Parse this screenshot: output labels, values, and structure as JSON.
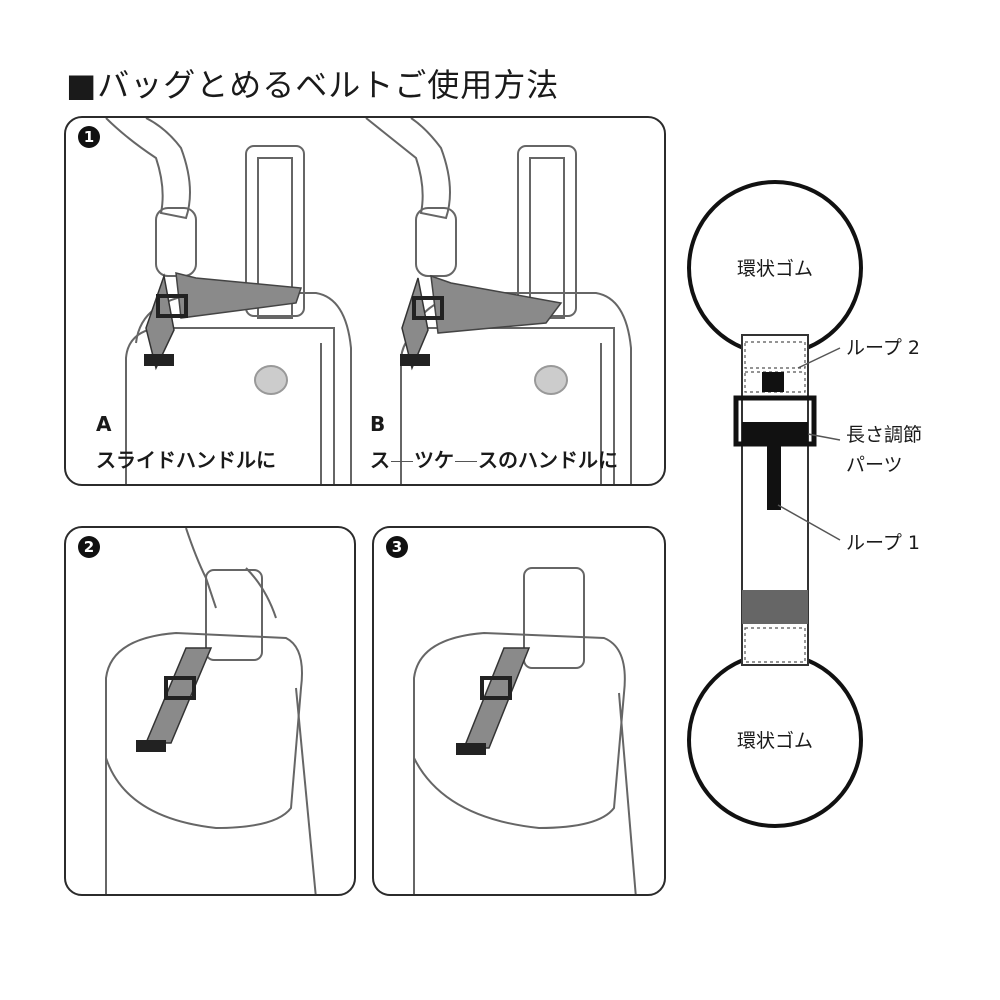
{
  "title": "■バッグとめるベルトご使用方法",
  "steps": [
    {
      "number": "1",
      "options": [
        {
          "letter": "A",
          "text": "スライドハンドルに"
        },
        {
          "letter": "B",
          "text_parts": [
            "ス",
            "ツケ",
            "スのハンドルに"
          ]
        }
      ]
    },
    {
      "number": "2"
    },
    {
      "number": "3"
    }
  ],
  "diagram": {
    "ring_top": "環状ゴム",
    "ring_bottom": "環状ゴム",
    "loop2": "ループ 2",
    "length_adjust_line1": "長さ調節",
    "length_adjust_line2": "パーツ",
    "loop1": "ループ 1"
  },
  "colors": {
    "strap": "#8a8a8a",
    "outline": "#1a1a1a",
    "buckle": "#222222"
  }
}
